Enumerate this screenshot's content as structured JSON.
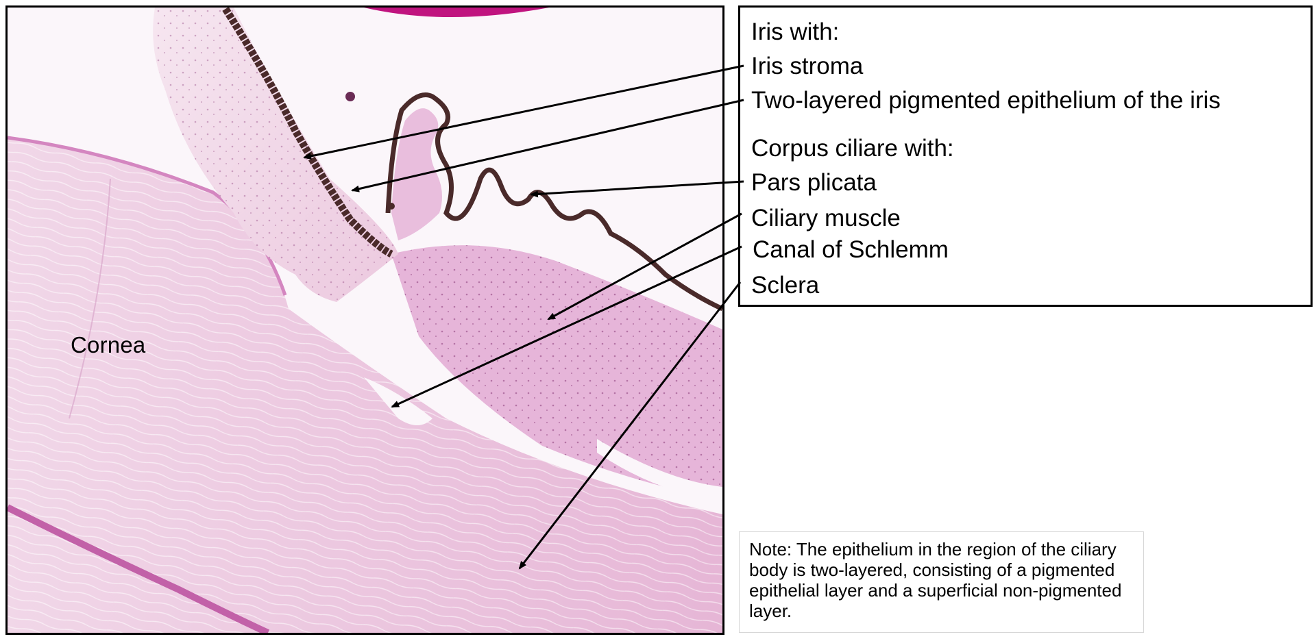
{
  "image_labels": {
    "cornea": "Cornea"
  },
  "legend": {
    "iris_header": "Iris with:",
    "iris_stroma": "Iris stroma",
    "iris_epithelium": "Two-layered pigmented epithelium of the iris",
    "corpus_header": "Corpus ciliare with:",
    "pars_plicata": "Pars plicata",
    "ciliary_muscle": "Ciliary muscle",
    "canal_schlemm": "Canal of Schlemm",
    "sclera": "Sclera"
  },
  "note": {
    "text": "Note: The epithelium in the region of the ciliary body is two-layered, consisting of a pigmented epithelial layer and a superficial non-pigmented layer."
  },
  "colors": {
    "tissue_light": "#f3dcec",
    "tissue_mid": "#e9bedd",
    "tissue_dark": "#d88fc6",
    "pigment": "#4a2a2a",
    "lens": "#c0147f",
    "background": "#fbf6fa"
  }
}
